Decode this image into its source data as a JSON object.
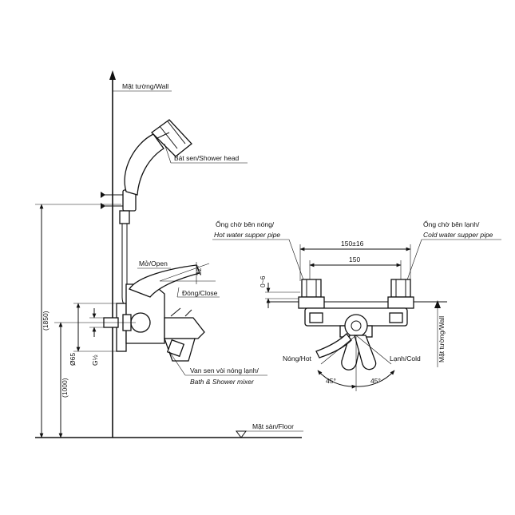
{
  "labels": {
    "wall_left": "Mặt tường/Wall",
    "shower_head": "Bát sen/Shower head",
    "open": "Mở/Open",
    "close": "Đóng/Close",
    "mixer_vn": "Van sen vòi nóng lạnh/",
    "mixer_en": "Bath & Shower mixer",
    "floor": "Mặt sàn/Floor",
    "hot_pipe_vn": "Ống chờ bên nóng/",
    "hot_pipe_en": "Hot water supper pipe",
    "cold_pipe_vn": "Ống chờ bên lạnh/",
    "cold_pipe_en": "Cold water supper pipe",
    "wall_right": "Mặt tường/Wall",
    "hot": "Nóng/Hot",
    "cold": "Lạnh/Cold"
  },
  "dimensions": {
    "total_height": "(1850)",
    "mixer_height": "(1000)",
    "diameter": "Ø65",
    "thread": "G½",
    "spacing_tol": "150±16",
    "spacing": "150",
    "offset": "0~6",
    "lever_angle": "22°",
    "angle_hot": "45°",
    "angle_cold": "45°"
  }
}
